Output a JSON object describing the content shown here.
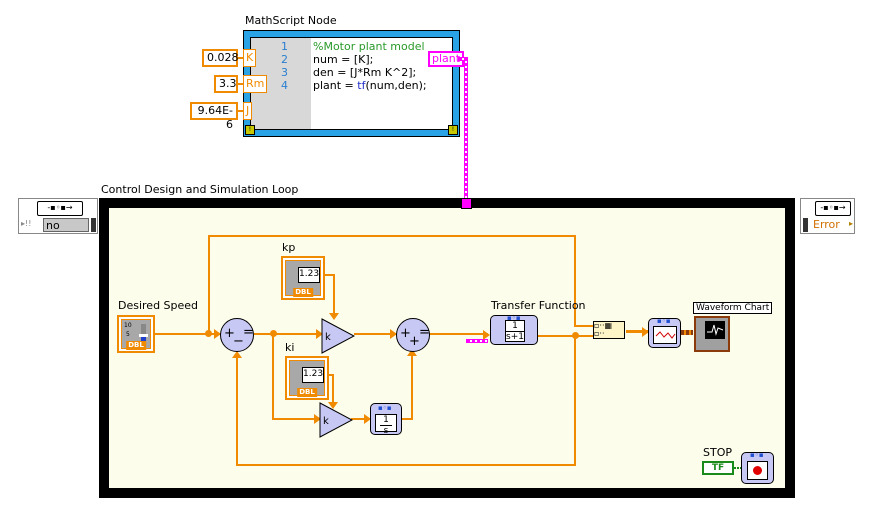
{
  "mathscript": {
    "title": "MathScript Node",
    "line_numbers": [
      "1",
      "2",
      "3",
      "4"
    ],
    "code_lines": [
      {
        "text": "%Motor plant model",
        "kind": "comment"
      },
      {
        "text": "num = [K];",
        "kind": "code"
      },
      {
        "text": "den = [J*Rm K^2];",
        "kind": "code"
      },
      {
        "pre": "plant = ",
        "fn": "tf",
        "post": "(num,den);",
        "kind": "code"
      }
    ],
    "inputs": [
      {
        "name": "K",
        "value": "0.028"
      },
      {
        "name": "Rm",
        "value": "3.3"
      },
      {
        "name": "J",
        "value": "9.64E-6"
      }
    ],
    "output": "plant"
  },
  "loop": {
    "title": "Control Design and Simulation Loop",
    "left_terminal_value": "no",
    "right_terminal_value": "Error"
  },
  "blocks": {
    "desired_speed": {
      "label": "Desired Speed",
      "type": "DBL",
      "scale_top": "10",
      "scale_mid": "5"
    },
    "kp": {
      "label": "kp",
      "value": "1.23",
      "type": "DBL"
    },
    "ki": {
      "label": "ki",
      "value": "1.23",
      "type": "DBL"
    },
    "gain_symbol": "k",
    "integrator": {
      "num": "1",
      "den": "s"
    },
    "transfer_function": {
      "label": "Transfer Function",
      "num": "1",
      "den": "s+1"
    },
    "waveform_chart": {
      "label": "Waveform Chart"
    },
    "stop": {
      "label": "STOP",
      "value": "TF"
    },
    "sum1_signs": [
      "+",
      "−",
      "="
    ],
    "sum2_signs": [
      "+",
      "+",
      "="
    ]
  },
  "colors": {
    "wire_double": "#f08a00",
    "wire_tf": "#ff00ff",
    "loop_bg": "#fdfdec",
    "mathscript_frame": "#2aa3e6"
  }
}
